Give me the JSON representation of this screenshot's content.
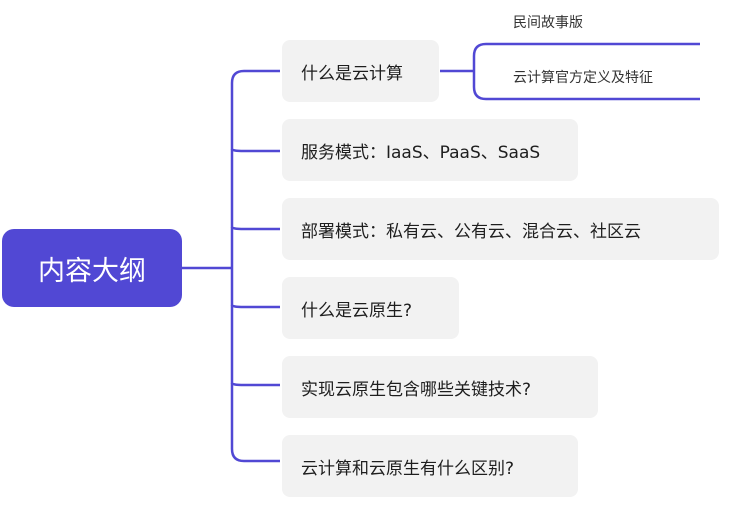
{
  "mindmap": {
    "root": {
      "label": "内容大纲"
    },
    "colors": {
      "root_fill": "#5148d4",
      "connector": "#5148d4",
      "branch_fill": "#f2f2f2"
    },
    "branches": [
      {
        "label": "什么是云计算",
        "children": [
          "民间故事版",
          "云计算官方定义及特征"
        ]
      },
      {
        "label": "服务模式：IaaS、PaaS、SaaS"
      },
      {
        "label": "部署模式：私有云、公有云、混合云、社区云"
      },
      {
        "label": "什么是云原生?"
      },
      {
        "label": "实现云原生包含哪些关键技术?"
      },
      {
        "label": "云计算和云原生有什么区别?"
      }
    ]
  }
}
